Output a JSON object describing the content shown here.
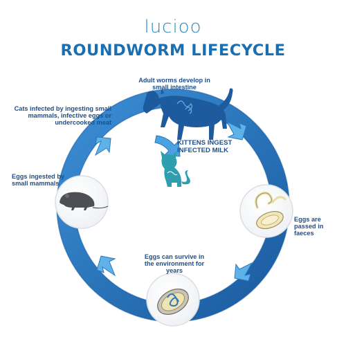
{
  "brand": "lucioo",
  "title": "ROUNDWORM LIFECYCLE",
  "stages": {
    "adult_worms": "Adult worms develop in small intestine",
    "eggs_passed": "Eggs are passed in faeces",
    "eggs_survive": "Eggs can survive in the environment for years",
    "eggs_ingested": "Eggs ingested by small mammals",
    "cats_infected": "Cats infected by ingesting small mammals, infective eggs or undercooked meat",
    "kittens": "KITTENS INGEST INFECTED MILK"
  },
  "icons": [
    "adult-cat-icon",
    "kitten-icon",
    "worm-egg-icon",
    "egg-dish-icon",
    "mouse-icon"
  ],
  "colors": {
    "ring": "#2e7cc4",
    "ring_dark": "#1b5fa5",
    "arrow": "#4aa3df",
    "cat": "#1e5b9e",
    "kitten": "#2e9fae",
    "text": "#1c4f8e"
  }
}
